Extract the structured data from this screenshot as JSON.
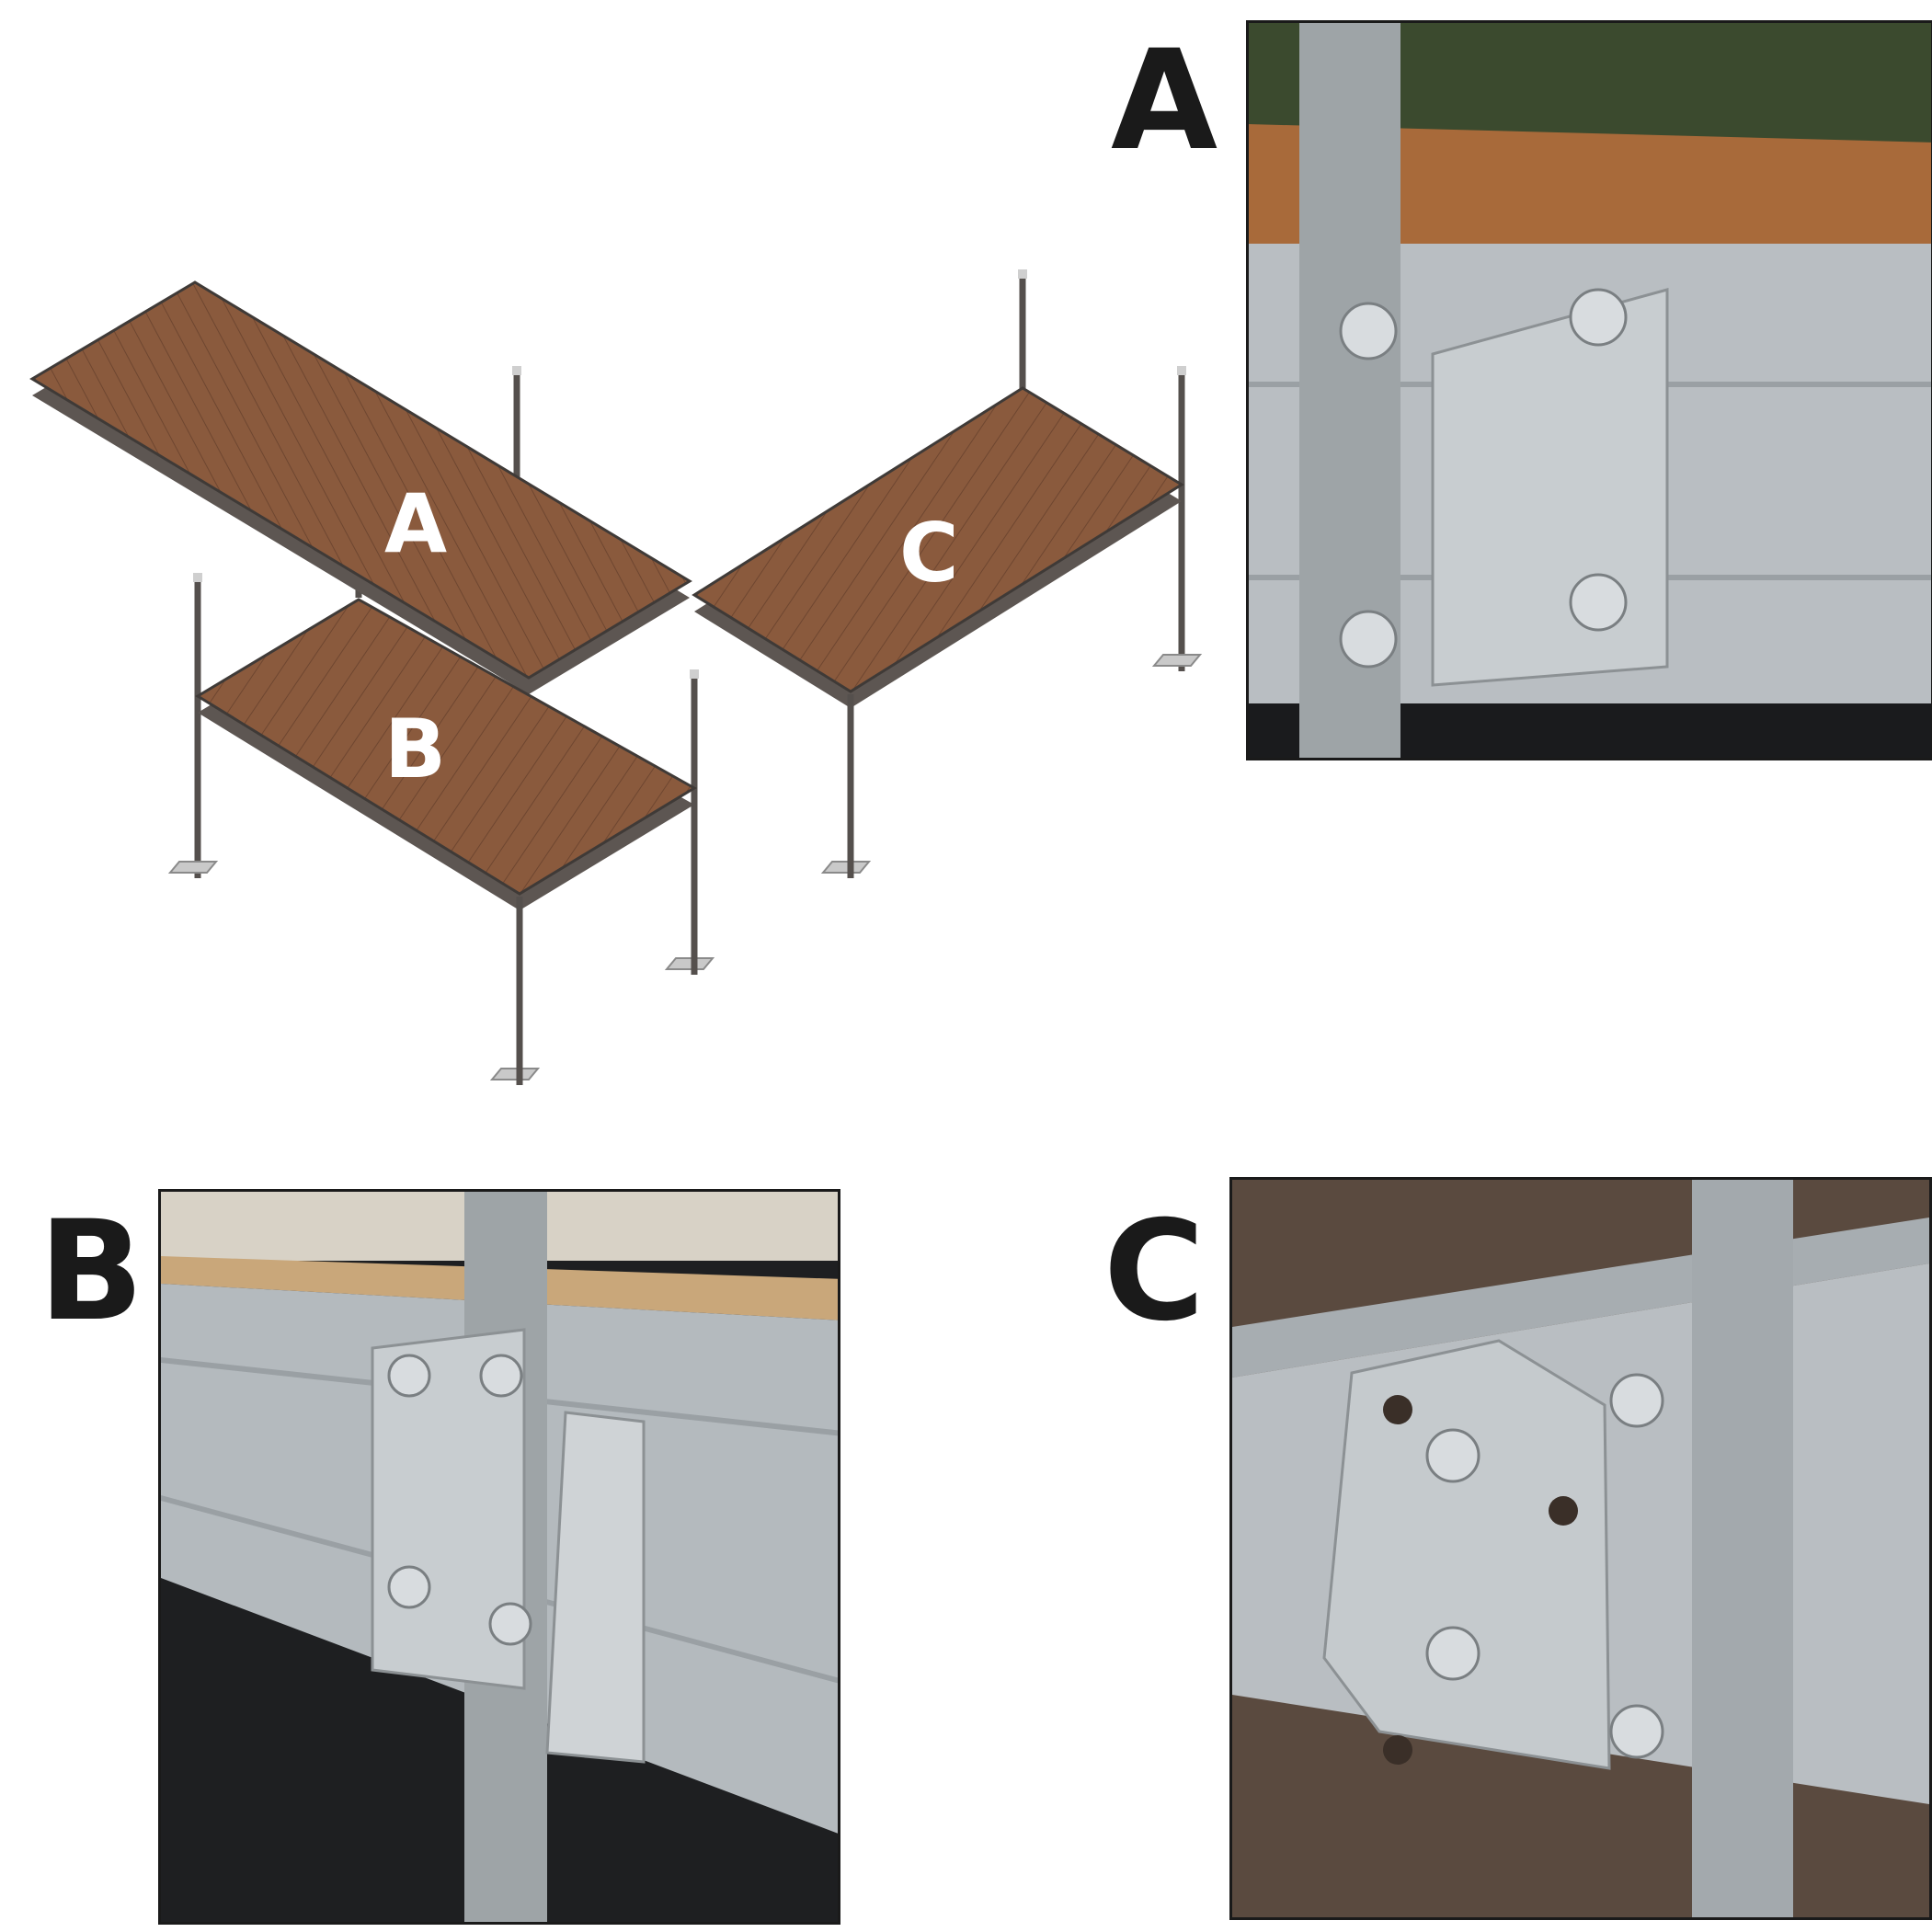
{
  "diagram": {
    "deck_labels": [
      "A",
      "B",
      "C"
    ]
  },
  "details": {
    "a": {
      "label": "A"
    },
    "b": {
      "label": "B"
    },
    "c": {
      "label": "C"
    }
  },
  "colors": {
    "deck_wood": "#8a5a3d",
    "deck_wood_dark": "#6e4630",
    "frame_metal": "#5d5652",
    "aluminum": "#b7bdc1",
    "water": "#1c1d1f",
    "soil": "#5a4a3f",
    "label_dark": "#1a1a1a"
  }
}
